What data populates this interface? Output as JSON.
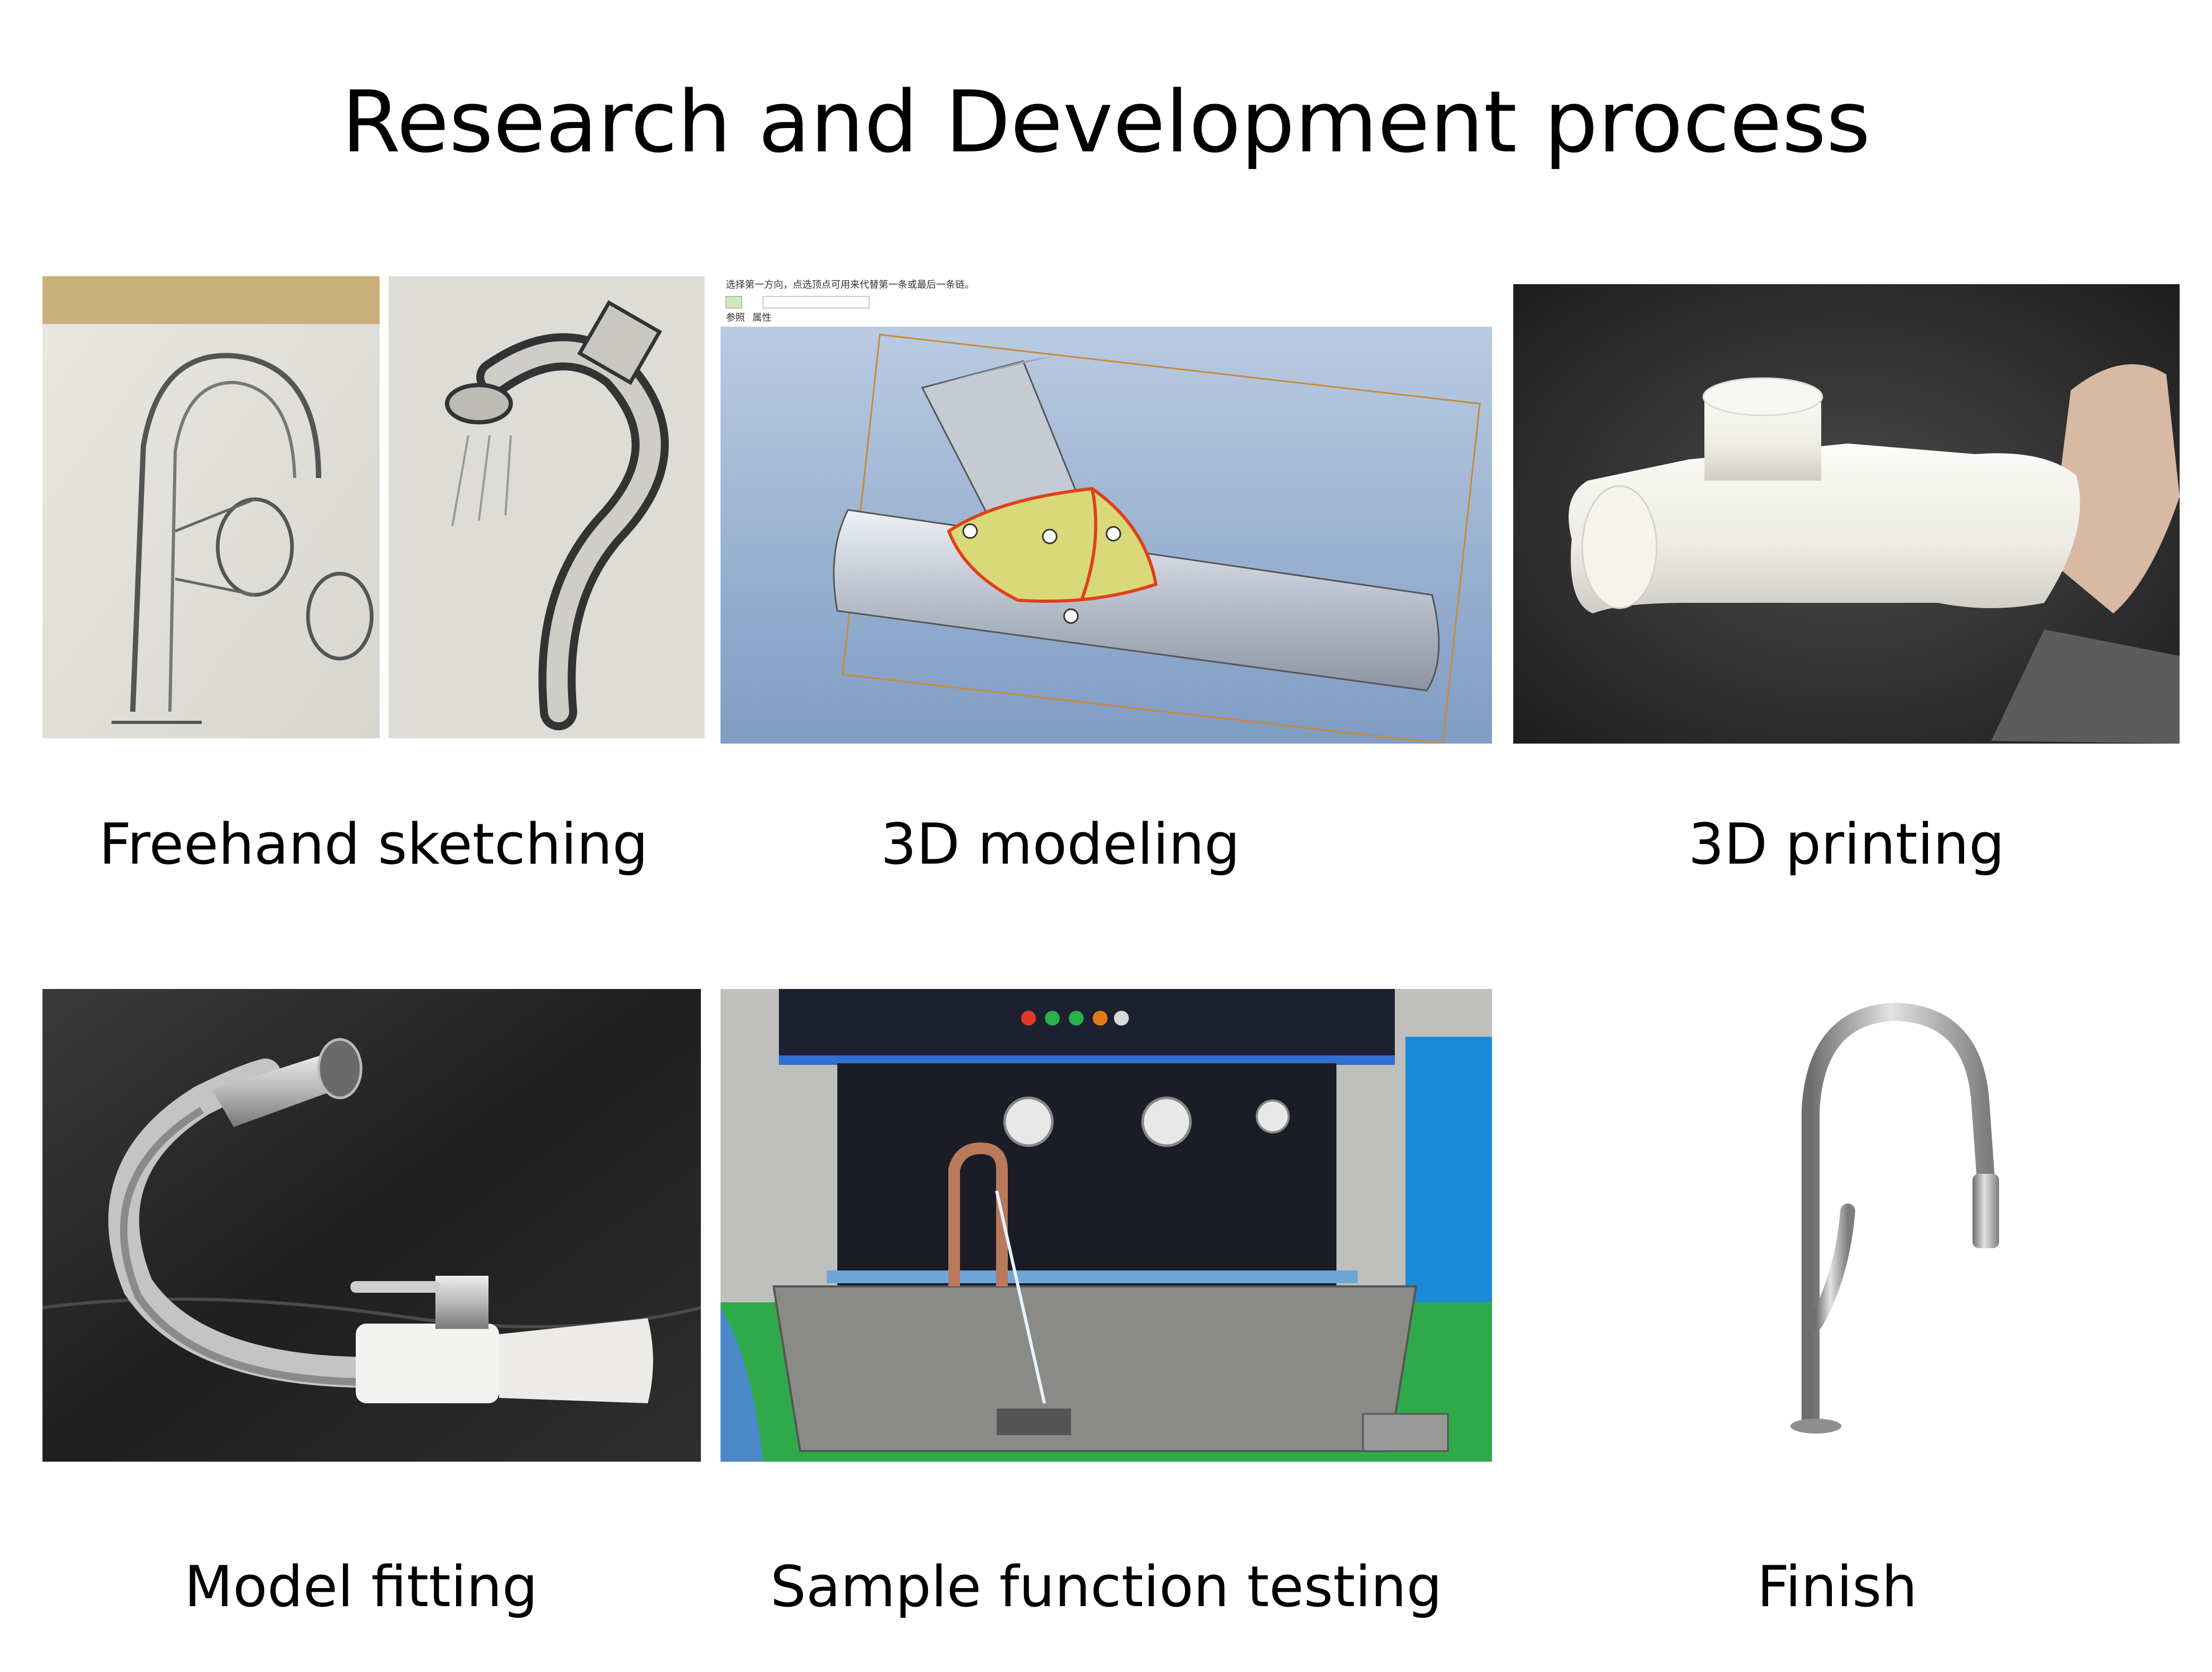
{
  "title": "Research and Development process",
  "steps": [
    {
      "label": "Freehand sketching"
    },
    {
      "label": "3D modeling"
    },
    {
      "label": "3D printing"
    },
    {
      "label": "Model fitting"
    },
    {
      "label": "Sample function testing"
    },
    {
      "label": "Finish"
    }
  ],
  "colors": {
    "background": "#ffffff",
    "cad_viewport": "#8fa9cc",
    "cad_highlight": "#d9d97a",
    "cad_edge": "#e0401a",
    "print_material": "#efeee8",
    "faucet_metal": "#b8b8b8"
  }
}
